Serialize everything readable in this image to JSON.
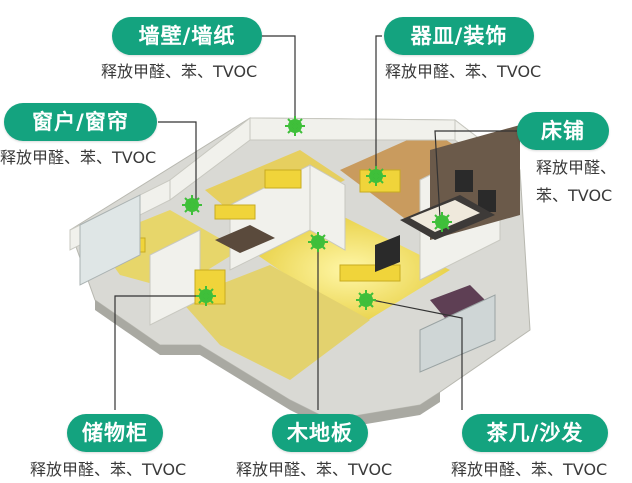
{
  "callouts": [
    {
      "id": "walls",
      "label": "墙壁/墙纸",
      "desc": [
        "释放甲醛、苯、TVOC"
      ]
    },
    {
      "id": "ware",
      "label": "器皿/装饰",
      "desc": [
        "释放甲醛、苯、TVOC"
      ]
    },
    {
      "id": "windows",
      "label": "窗户/窗帘",
      "desc": [
        "释放甲醛、苯、TVOC"
      ]
    },
    {
      "id": "bed",
      "label": "床铺",
      "desc": [
        "释放甲醛、",
        "苯、TVOC"
      ]
    },
    {
      "id": "cabinet",
      "label": "储物柜",
      "desc": [
        "释放甲醛、苯、TVOC"
      ]
    },
    {
      "id": "floor",
      "label": "木地板",
      "desc": [
        "释放甲醛、苯、TVOC"
      ]
    },
    {
      "id": "sofa",
      "label": "茶几/沙发",
      "desc": [
        "释放甲醛、苯、TVOC"
      ]
    }
  ],
  "colors": {
    "pill": "#14a37f",
    "germ": "#3fbf3a",
    "text": "#3a3a3a"
  },
  "icons": [
    "germ-icon"
  ]
}
